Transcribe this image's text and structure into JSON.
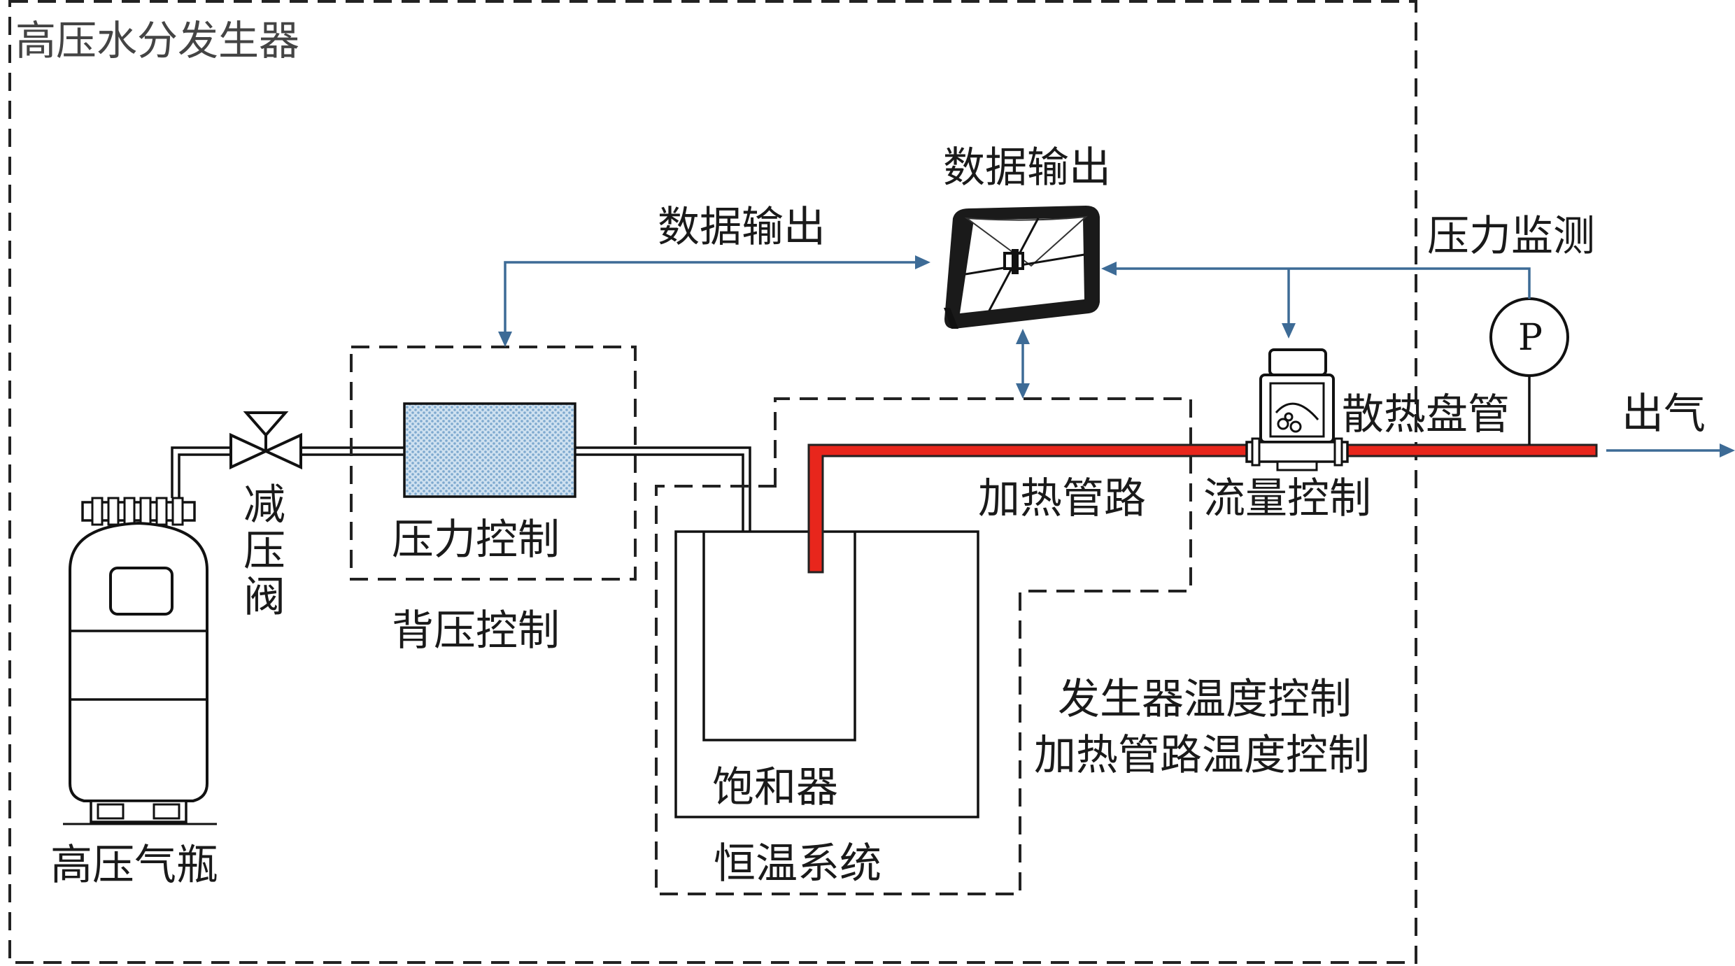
{
  "labels": {
    "system_title": "高压水分发生器",
    "cylinder": "高压气瓶",
    "valve": [
      "减",
      "压",
      "阀"
    ],
    "pressure_control": "压力控制",
    "back_pressure_control": "背压控制",
    "data_output_top": "数据输出",
    "data_output_left": "数据输出",
    "pressure_monitor": "压力监测",
    "pressure_gauge_symbol": "P",
    "heat_coil": "散热盘管",
    "outlet": "出气",
    "heating_pipe": "加热管路",
    "flow_control": "流量控制",
    "saturator": "饱和器",
    "thermostat_system": "恒温系统",
    "generator_temp_control": "发生器温度控制",
    "heating_pipe_temp_control": "加热管路温度控制"
  },
  "colors": {
    "heated_pipe": "#e8261c",
    "signal_arrow": "#3d6b96",
    "filter_fill": "#a9c9e3",
    "line": "#111111"
  },
  "icons": [
    "gas-cylinder-icon",
    "pressure-reducing-valve-icon",
    "tablet-display-icon",
    "mass-flow-controller-icon",
    "pressure-gauge-icon"
  ]
}
